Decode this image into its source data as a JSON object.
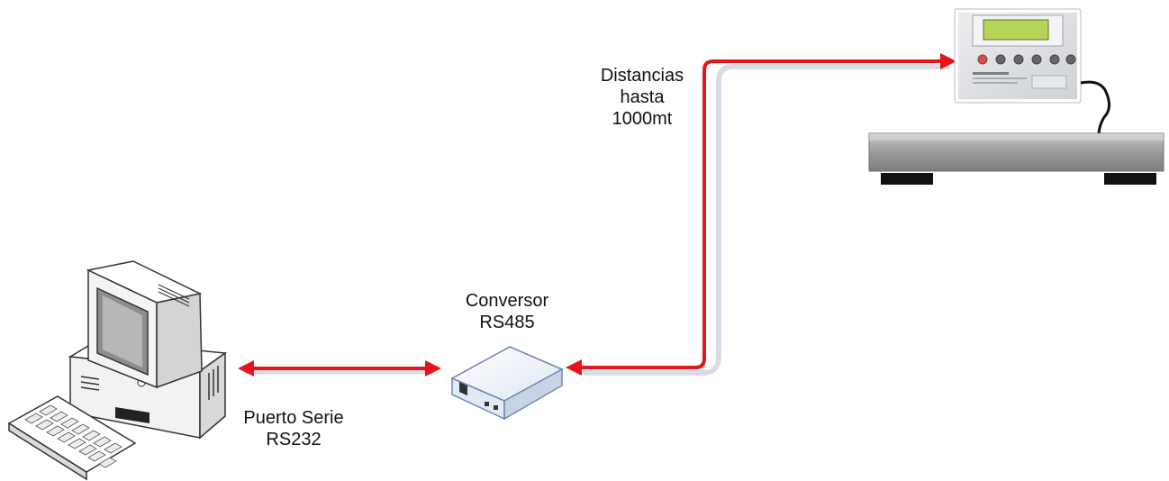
{
  "labels": {
    "distance": [
      "Distancias",
      "hasta",
      "1000mt"
    ],
    "converter": [
      "Conversor",
      "RS485"
    ],
    "serial": [
      "Puerto Serie",
      "RS232"
    ]
  },
  "nodes": {
    "computer": {
      "icon": "desktop-computer-icon"
    },
    "converter": {
      "icon": "rs485-converter-box-icon"
    },
    "indicator": {
      "icon": "weighing-indicator-icon"
    },
    "scale": {
      "icon": "platform-scale-icon"
    }
  },
  "connections": [
    {
      "from": "computer",
      "to": "converter",
      "direction": "both",
      "label": "serial"
    },
    {
      "from": "converter",
      "to": "indicator",
      "direction": "both",
      "label": "distance"
    }
  ],
  "colors": {
    "arrow": "#e8141b",
    "arrow_shadow": "#d6dde8"
  }
}
